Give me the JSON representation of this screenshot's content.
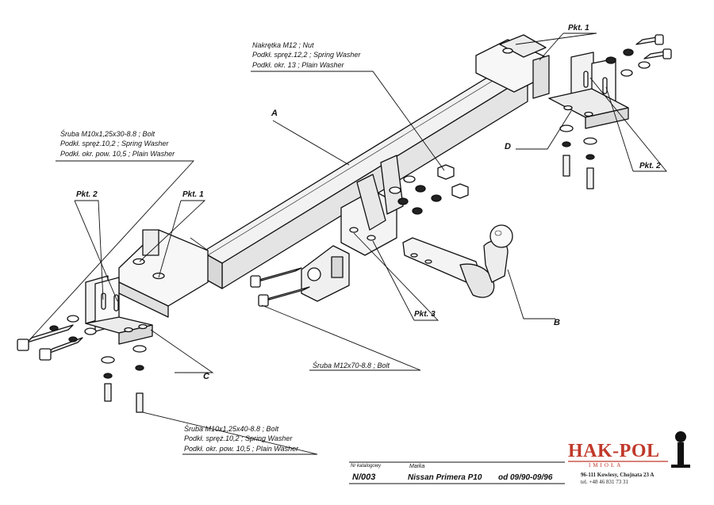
{
  "labels": {
    "nut_group": {
      "line1": "Nakrętka  M12 ; Nut",
      "line2": "Podkł. spręż.12,2 ; Spring Washer",
      "line3": "Podkł. okr. 13 ; Plain Washer"
    },
    "bolt_group_top": {
      "line1": "Śruba M10x1,25x30-8.8 ;  Bolt",
      "line2": "Podkł. spręż.10,2 ; Spring Washer",
      "line3": "Podkł. okr. pow. 10,5 ; Plain Washer"
    },
    "bolt_group_bottom": {
      "line1": "Śruba M10x1,25x40-8.8 ;  Bolt",
      "line2": "Podkł. spręż.10,2 ; Spring Washer",
      "line3": "Podkł. okr. pow. 10,5 ; Plain Washer"
    },
    "bolt_m12": "Śruba M12x70-8.8 ;  Bolt",
    "pkt1_top": "Pkt. 1",
    "pkt1_left": "Pkt. 1",
    "pkt2_right": "Pkt. 2",
    "pkt2_left": "Pkt. 2",
    "pkt3": "Pkt. 3",
    "part_a": "A",
    "part_b": "B",
    "part_c": "C",
    "part_d": "D"
  },
  "title_block": {
    "catalog_label": "Nr katalogowy",
    "catalog_number": "N/003",
    "brand_label": "Marka",
    "vehicle": "Nissan Primera P10",
    "date_range": "od  09/90-09/96"
  },
  "company": {
    "name": "HAK-POL",
    "sub": "IMIOŁA",
    "address": "96-111 Kowiesy, Chojnata 23 A",
    "phone": "tel. +48 46 831 73 31",
    "accent_color": "#c0392b"
  }
}
